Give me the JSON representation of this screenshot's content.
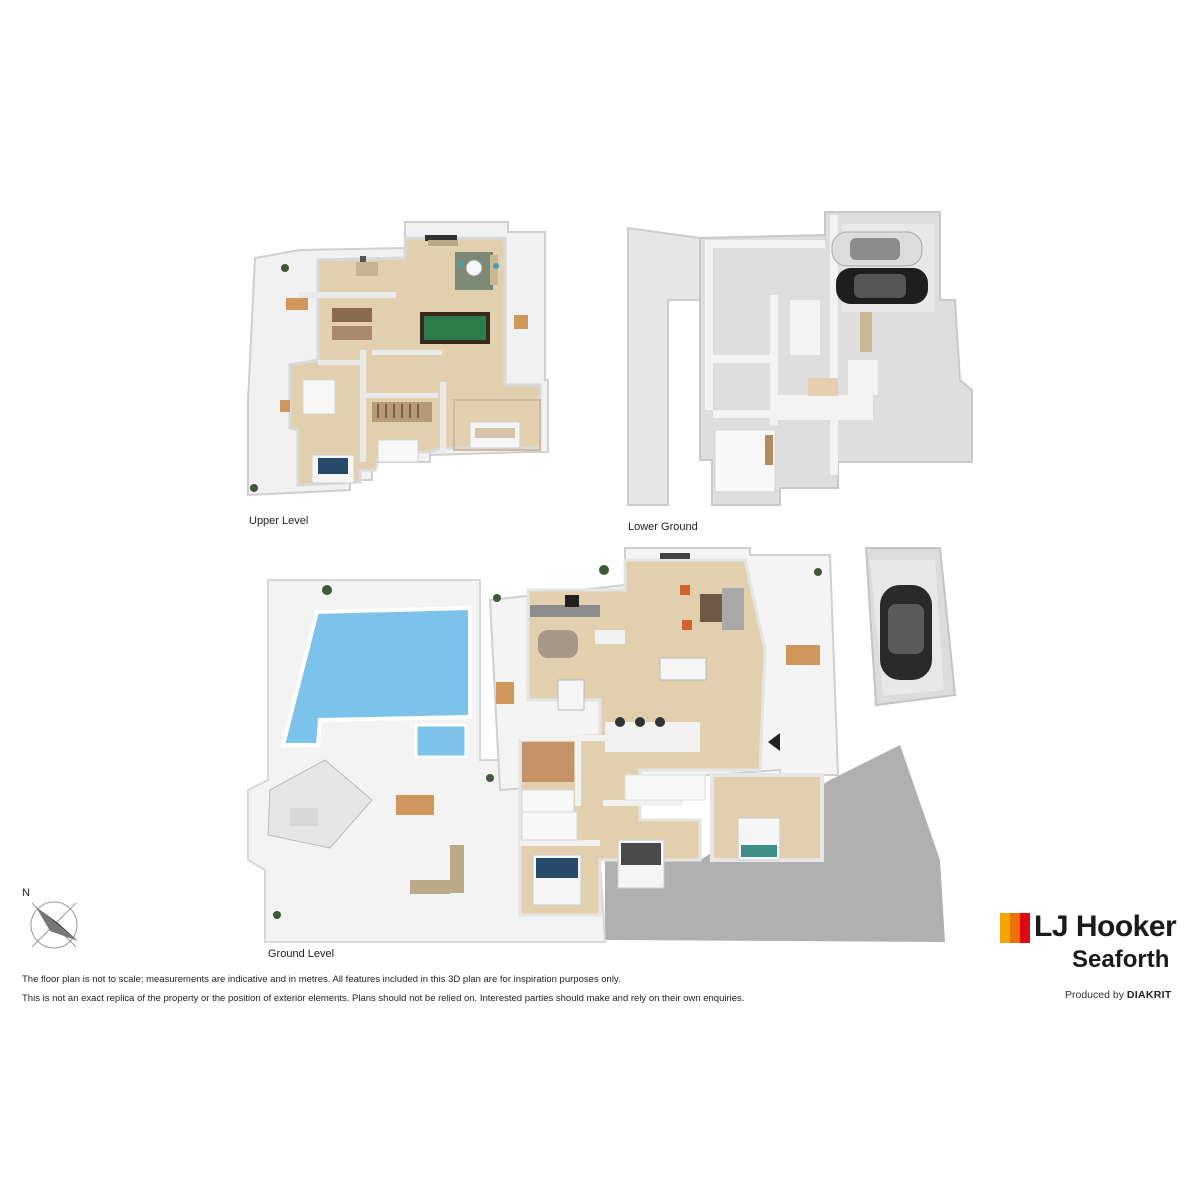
{
  "levels": {
    "upper": "Upper Level",
    "lower": "Lower Ground",
    "ground": "Ground Level"
  },
  "compass": {
    "north": "N",
    "icon": "compass-icon"
  },
  "disclaimer": {
    "line1": "The floor plan is not to scale; measurements are indicative and in metres. All features included in this 3D plan are for inspiration purposes only.",
    "line2": "This is not an exact replica of the property or the position of exterior elements. Plans should not be relied on. Interested parties should make and rely on their own enquiries."
  },
  "brand": {
    "name": "LJ Hooker",
    "office": "Seaforth",
    "produced_prefix": "Produced by",
    "producer": "DIAKRIT",
    "colors": [
      "#f7a600",
      "#ee7203",
      "#e30613"
    ]
  },
  "colors": {
    "wall": "#e9e9e9",
    "floor_wood": "#e2cfae",
    "pool": "#7cc3ec",
    "ground": "#b0b0b0",
    "table_felt": "#2d7d4a"
  }
}
